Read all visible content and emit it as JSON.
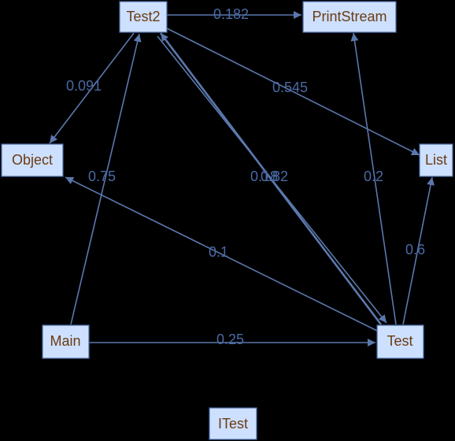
{
  "nodes": {
    "test2": "Test2",
    "printstream": "PrintStream",
    "object": "Object",
    "list": "List",
    "main": "Main",
    "test": "Test",
    "itest": "ITest"
  },
  "edges": {
    "test2_printstream": "0.182",
    "test2_object": "0.091",
    "test2_list": "0.545",
    "main_test2": "0.75",
    "test_test2_a": "0.18",
    "test_test2_b": "0.82",
    "test_printstream": "0.2",
    "test_list": "0.6",
    "test_object": "0.1",
    "main_test": "0.25"
  },
  "colors": {
    "background": "#000000",
    "node_fill": "#cde0ff",
    "node_text": "#6b3b12",
    "edge": "#5b78ad"
  }
}
